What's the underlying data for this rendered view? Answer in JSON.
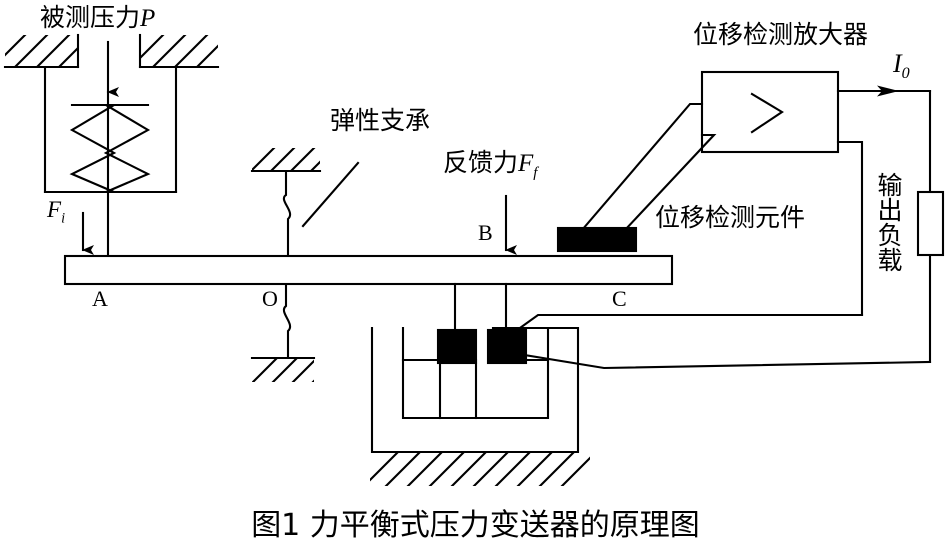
{
  "figure": {
    "caption": "图1  力平衡式压力变送器的原理图",
    "labels": {
      "measured_pressure": "被测压力",
      "measured_pressure_symbol": "P",
      "elastic_support": "弹性支承",
      "feedback_force": "反馈力",
      "feedback_force_symbol": "F",
      "feedback_force_subscript": "f",
      "input_force_symbol": "F",
      "input_force_subscript": "i",
      "displacement_detect_amplifier": "位移检测放大器",
      "displacement_detect_element": "位移检测元件",
      "output_current_symbol": "I",
      "output_current_subscript": "0",
      "output_load": "输出负载",
      "point_a": "A",
      "point_b": "B",
      "point_o": "O",
      "point_c": "C",
      "amplifier_glyph": ">"
    },
    "colors": {
      "stroke": "#000000",
      "fill_solid": "#000000",
      "background": "#ffffff"
    }
  }
}
